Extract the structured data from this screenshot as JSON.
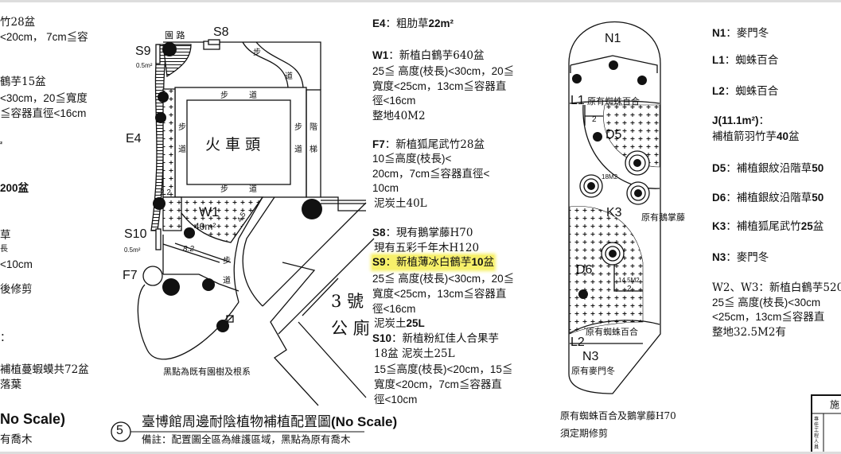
{
  "left_column": [
    "竹28盆",
    "<20cm， 7cm≦容",
    "鶴芋15盆",
    "<30cm，20≦寬度",
    "≦容器直徑<16cm",
    "²",
    "200盆",
    "草",
    "長",
    "<10cm",
    "後修剪",
    "：",
    "補植蔓蝦蟆共72盆",
    "落葉",
    "No Scale)",
    "有喬木"
  ],
  "middle_notes": {
    "e4_code": "E4",
    "e4_text": "：粗肋草",
    "e4_area": "22m²",
    "w1_code": "W1",
    "w1_text": "：新植白鶴芋640盆",
    "w1_lines": [
      "25≦  高度(枝長)<30cm，20≦",
      "寬度<25cm，13cm≦容器直",
      "徑<16cm",
      "整地40M2"
    ],
    "f7_code": "F7",
    "f7_text": "：新植狐尾武竹28盆",
    "f7_lines": [
      "10≦高度(枝長)<",
      "20cm，7cm≦容器直徑<",
      "10cm",
      "泥炭土40L"
    ],
    "s8_code": "S8",
    "s8_text": "：現有鵝掌藤H70",
    "s8_line2": "現有五彩千年木H120",
    "s9_code": "S9",
    "s9_text": "：新植薄冰白鶴芋",
    "s9_count": "10",
    "s9_unit": "盆",
    "s9_lines": [
      "25≦  高度(枝長)<30cm，20≦",
      "寬度<25cm，13cm≦容器直",
      "徑<16cm"
    ],
    "s9_soil": "泥炭土",
    "s9_soil_amt": "25L",
    "s10_code": "S10",
    "s10_text": "：新植粉紅佳人合果芋",
    "s10_lines": [
      "18盆   泥炭土25L",
      "15≦高度(枝長)<20cm，15≦",
      "寬度<20cm，7cm≦容器直",
      "徑<10cm"
    ]
  },
  "right_notes": {
    "n1_code": "N1",
    "n1_text": "：麥門冬",
    "l1_code": "L1",
    "l1_text": "：蜘蛛百合",
    "l2_code": "L2",
    "l2_text": "：蜘蛛百合",
    "j_code": "J(11.1m²)",
    "j_colon": "：",
    "j_text": "補植箭羽竹芋",
    "j_count": "40",
    "j_unit": "盆",
    "d5_code": "D5",
    "d5_text": "：補植銀紋沿階草",
    "d5_count": "50",
    "d6_code": "D6",
    "d6_text": "：補植銀紋沿階草",
    "d6_count": "50",
    "k3_code": "K3",
    "k3_text": "：補植狐尾武竹",
    "k3_count": "25",
    "k3_unit": "盆",
    "n3_code": "N3",
    "n3_text": "：麥門冬",
    "w23_lines": [
      "W2、W3：新植白鶴芋520",
      "25≦  高度(枝長)<30cm",
      "<25cm，13cm≦容器直",
      "整地32.5M2有"
    ]
  },
  "plan_left": {
    "road": "園 路",
    "s8": "S8",
    "s9": "S9",
    "s9_area": "0.5m²",
    "e4": "E4",
    "building": "火 車 頭",
    "walk": "步",
    "walk2": "道",
    "stairs1": "階",
    "stairs2": "梯",
    "dim_22": "2.2",
    "w1": "W1",
    "w1_area": "40m²",
    "dim_45": "4.5",
    "dim_82": "8.2",
    "s10": "S10",
    "s10_area": "0.5m²",
    "f7": "F7",
    "toilet1": "3  號",
    "toilet2": "公  廁",
    "legend": "黑點為既有園樹及根系"
  },
  "plan_right": {
    "n1": "N1",
    "l1": "L1",
    "l1_note": "原有蜘蛛百合",
    "dim2a": "2",
    "d5": "D5",
    "area18": "18M2",
    "k3": "K3",
    "k3_note": "原有鵝掌藤",
    "d6": "D6",
    "area145": "14.5M2",
    "dim2b": "2",
    "l2_note": "原有蜘蛛百合",
    "l2": "L2",
    "n3": "N3",
    "n3_note": "原有麥門冬",
    "footer1": "原有蜘蛛百合及鵝掌藤H70",
    "footer2": "須定期修剪"
  },
  "title": {
    "number": "5",
    "text": "臺博館周邊耐陰植物補植配置圖",
    "scale": "(No Scale)",
    "note": "備註：配置圖全區為維護區域，黑點為原有喬木"
  },
  "title_block": {
    "header": "施",
    "side": "專任工程人員"
  }
}
